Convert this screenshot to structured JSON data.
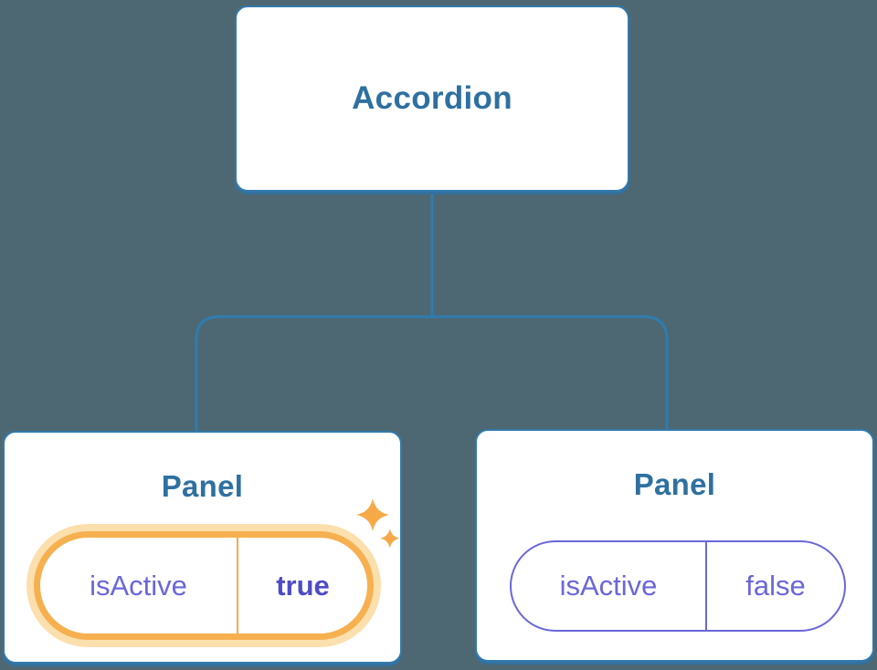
{
  "diagram": {
    "root": {
      "label": "Accordion"
    },
    "panels": [
      {
        "title": "Panel",
        "state": {
          "name": "isActive",
          "value": "true"
        },
        "highlighted": true,
        "badge_icon": "sparkles-icon"
      },
      {
        "title": "Panel",
        "state": {
          "name": "isActive",
          "value": "false"
        },
        "highlighted": false
      }
    ],
    "colors": {
      "background": "#4d6873",
      "node_border": "#3379ad",
      "node_text": "#2e70a0",
      "connector": "#2f7cb0",
      "active_ring": "#f6b050",
      "active_glow": "#fbdfad",
      "active_divider": "#f3aa4e",
      "sparkle": "#f5aa47",
      "state_text": "#6a67d9",
      "state_value_active_text": "#4e4cc5"
    }
  }
}
